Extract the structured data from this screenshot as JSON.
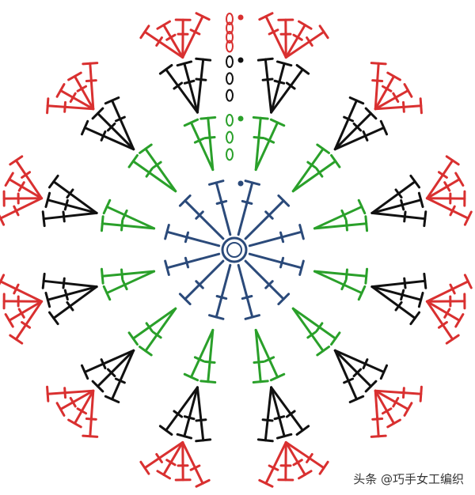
{
  "diagram": {
    "rounds": [
      {
        "round": 1,
        "color": "#2b4a7a",
        "stitch": "double-crochet",
        "stitches": 12,
        "groups": 12
      },
      {
        "round": 2,
        "color": "#2aa02a",
        "stitch": "double-crochet",
        "stitches": 24,
        "groups": 12
      },
      {
        "round": 3,
        "color": "#111111",
        "stitch": "double-crochet",
        "stitches": 36,
        "groups": 12
      },
      {
        "round": 4,
        "color": "#d93030",
        "stitch": "double-crochet",
        "stitches": 48,
        "groups": 12
      }
    ],
    "center": {
      "type": "magic-ring",
      "color": "#2b4a7a"
    }
  },
  "watermark": {
    "text": "头条 @巧手女工编织"
  }
}
